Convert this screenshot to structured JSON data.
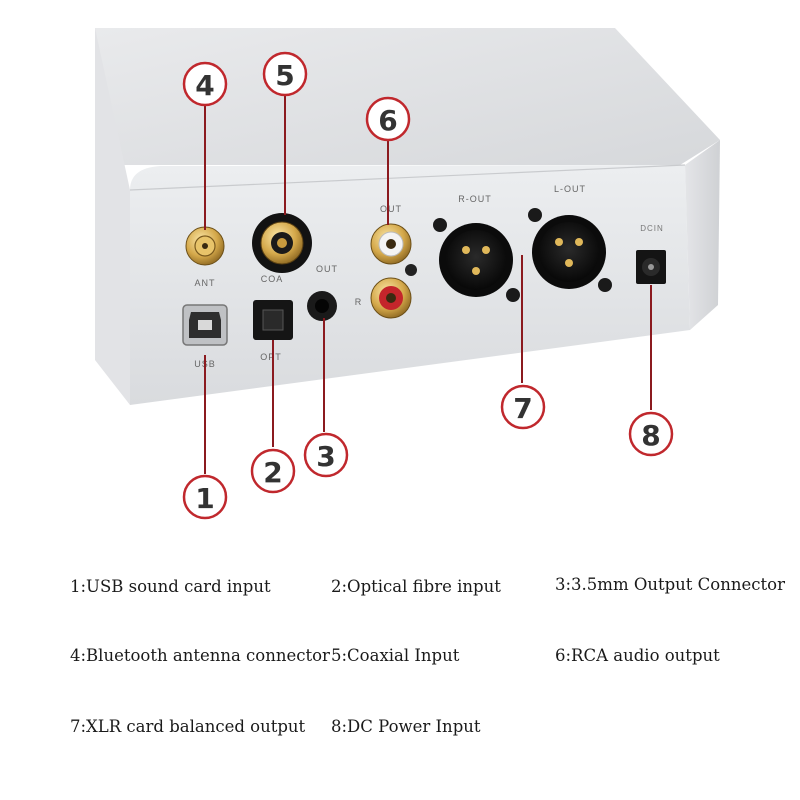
{
  "panel_labels": {
    "ant": "ANT",
    "coa": "COA",
    "out_35": "OUT",
    "rca_out": "OUT",
    "rca_r": "R",
    "usb": "USB",
    "opt": "OPT",
    "r_out": "R-OUT",
    "l_out": "L-OUT",
    "dcin": "DCIN"
  },
  "callouts": [
    {
      "n": "1"
    },
    {
      "n": "2"
    },
    {
      "n": "3"
    },
    {
      "n": "4"
    },
    {
      "n": "5"
    },
    {
      "n": "6"
    },
    {
      "n": "7"
    },
    {
      "n": "8"
    }
  ],
  "legend": [
    {
      "text": "1:USB sound card input"
    },
    {
      "text": "2:Optical fibre input"
    },
    {
      "text": "3:3.5mm Output Connector"
    },
    {
      "text": "4:Bluetooth antenna connector"
    },
    {
      "text": "5:Coaxial Input"
    },
    {
      "text": "6:RCA audio output"
    },
    {
      "text": "7:XLR card balanced output"
    },
    {
      "text": "8:DC Power Input"
    }
  ],
  "colors": {
    "callout_red": "#c0282d",
    "gold": "#d4a84a"
  }
}
